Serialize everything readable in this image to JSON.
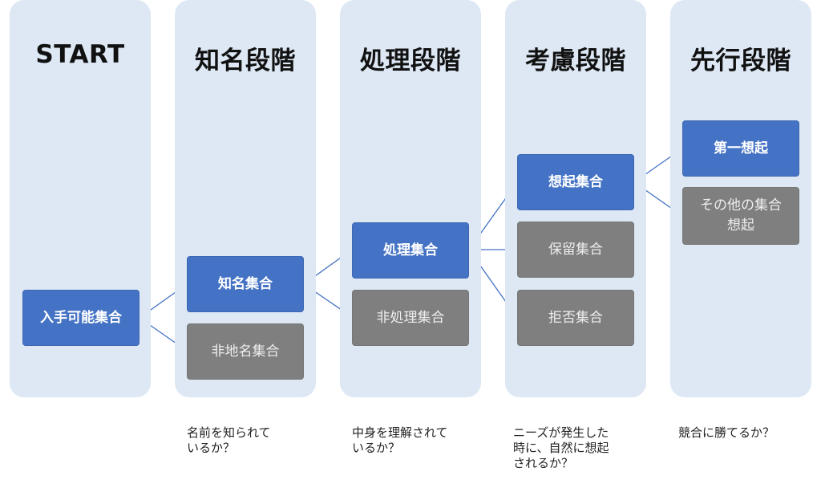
{
  "stages": [
    {
      "title": "START",
      "boxes": [
        {
          "label": "入手可能集合",
          "kind": "blue"
        }
      ],
      "caption": ""
    },
    {
      "title": "知名段階",
      "boxes": [
        {
          "label": "知名集合",
          "kind": "blue"
        },
        {
          "label": "非地名集合",
          "kind": "gray"
        }
      ],
      "caption": "名前を知られて\nいるか？"
    },
    {
      "title": "処理段階",
      "boxes": [
        {
          "label": "処理集合",
          "kind": "blue"
        },
        {
          "label": "非処理集合",
          "kind": "gray"
        }
      ],
      "caption": "中身を理解されて\nいるか？"
    },
    {
      "title": "考慮段階",
      "boxes": [
        {
          "label": "想起集合",
          "kind": "blue"
        },
        {
          "label": "保留集合",
          "kind": "gray"
        },
        {
          "label": "拒否集合",
          "kind": "gray"
        }
      ],
      "caption": "ニーズが発生した\n時に、自然に想起\nされるか？"
    },
    {
      "title": "先行段階",
      "boxes": [
        {
          "label": "第一想起",
          "kind": "blue"
        },
        {
          "label": "その他の集合\n想起",
          "kind": "gray"
        }
      ],
      "caption": "競合に勝てるか？"
    }
  ],
  "colors": {
    "column_bg": "#dde8f4",
    "blue_box": "#4472c4",
    "gray_box": "#7f7f7f",
    "connector": "#4472c4"
  }
}
